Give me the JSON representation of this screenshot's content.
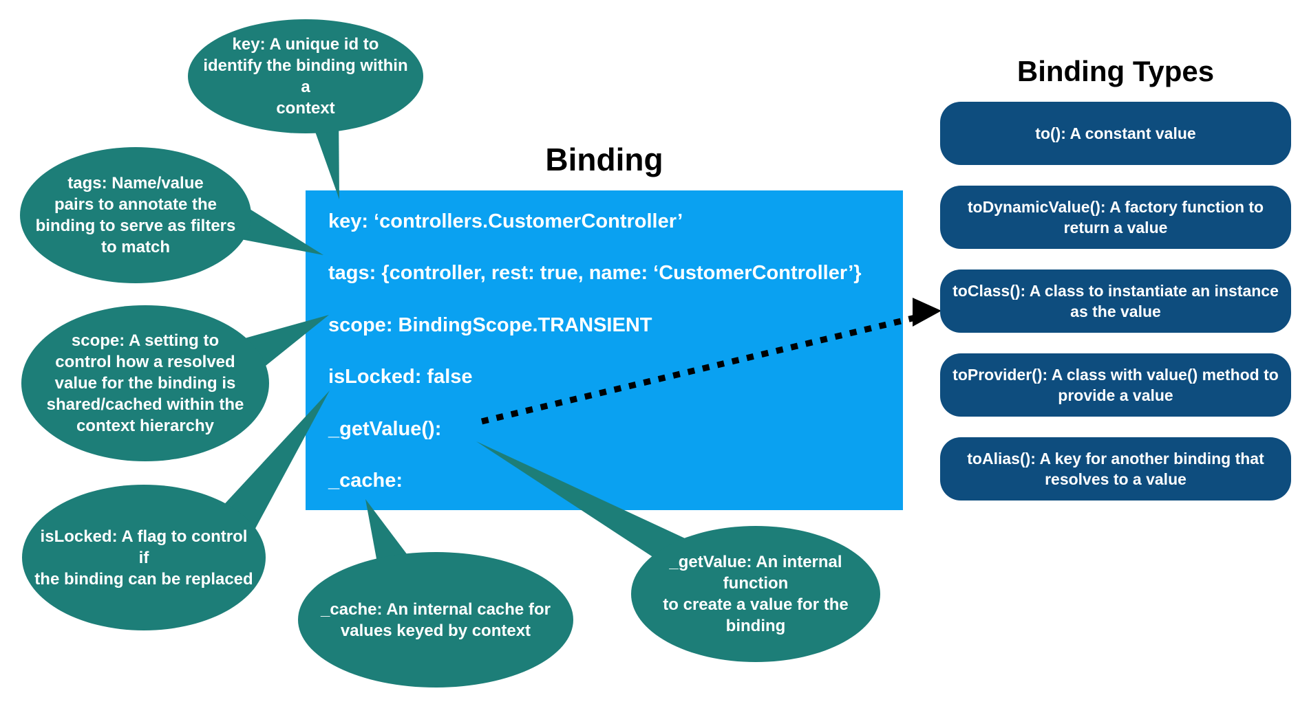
{
  "colors": {
    "callout_teal": "#1d7e78",
    "binding_box_blue": "#0aa1f1",
    "type_pill_blue": "#0e4d7e",
    "text_on_fills": "#ffffff",
    "titles": "#000000",
    "arrow": "#000000"
  },
  "binding": {
    "title": "Binding",
    "attributes": [
      "key: ‘controllers.CustomerController’",
      "tags: {controller, rest: true, name: ‘CustomerController’}",
      "scope: BindingScope.TRANSIENT",
      "isLocked: false",
      "_getValue():",
      "_cache:"
    ]
  },
  "callouts": {
    "key": "key: A unique id to\nidentify the binding within a\ncontext",
    "tags": "tags: Name/value\npairs to annotate the\nbinding to serve as filters\nto match",
    "scope": "scope: A setting to\ncontrol how a resolved\nvalue for the binding is\nshared/cached within the\ncontext hierarchy",
    "isLocked": "isLocked: A flag to control if\nthe binding can be replaced",
    "cache": "_cache: An internal cache for\nvalues keyed by context",
    "getValue": "_getValue: An internal function\nto create a value for the binding"
  },
  "binding_types": {
    "title": "Binding Types",
    "items": [
      "to(): A constant value",
      "toDynamicValue(): A factory function to\nreturn a value",
      "toClass(): A class to instantiate an instance\nas the value",
      "toProvider(): A class with value() method to\nprovide a value",
      "toAlias(): A key for another binding that\nresolves to a value"
    ]
  }
}
